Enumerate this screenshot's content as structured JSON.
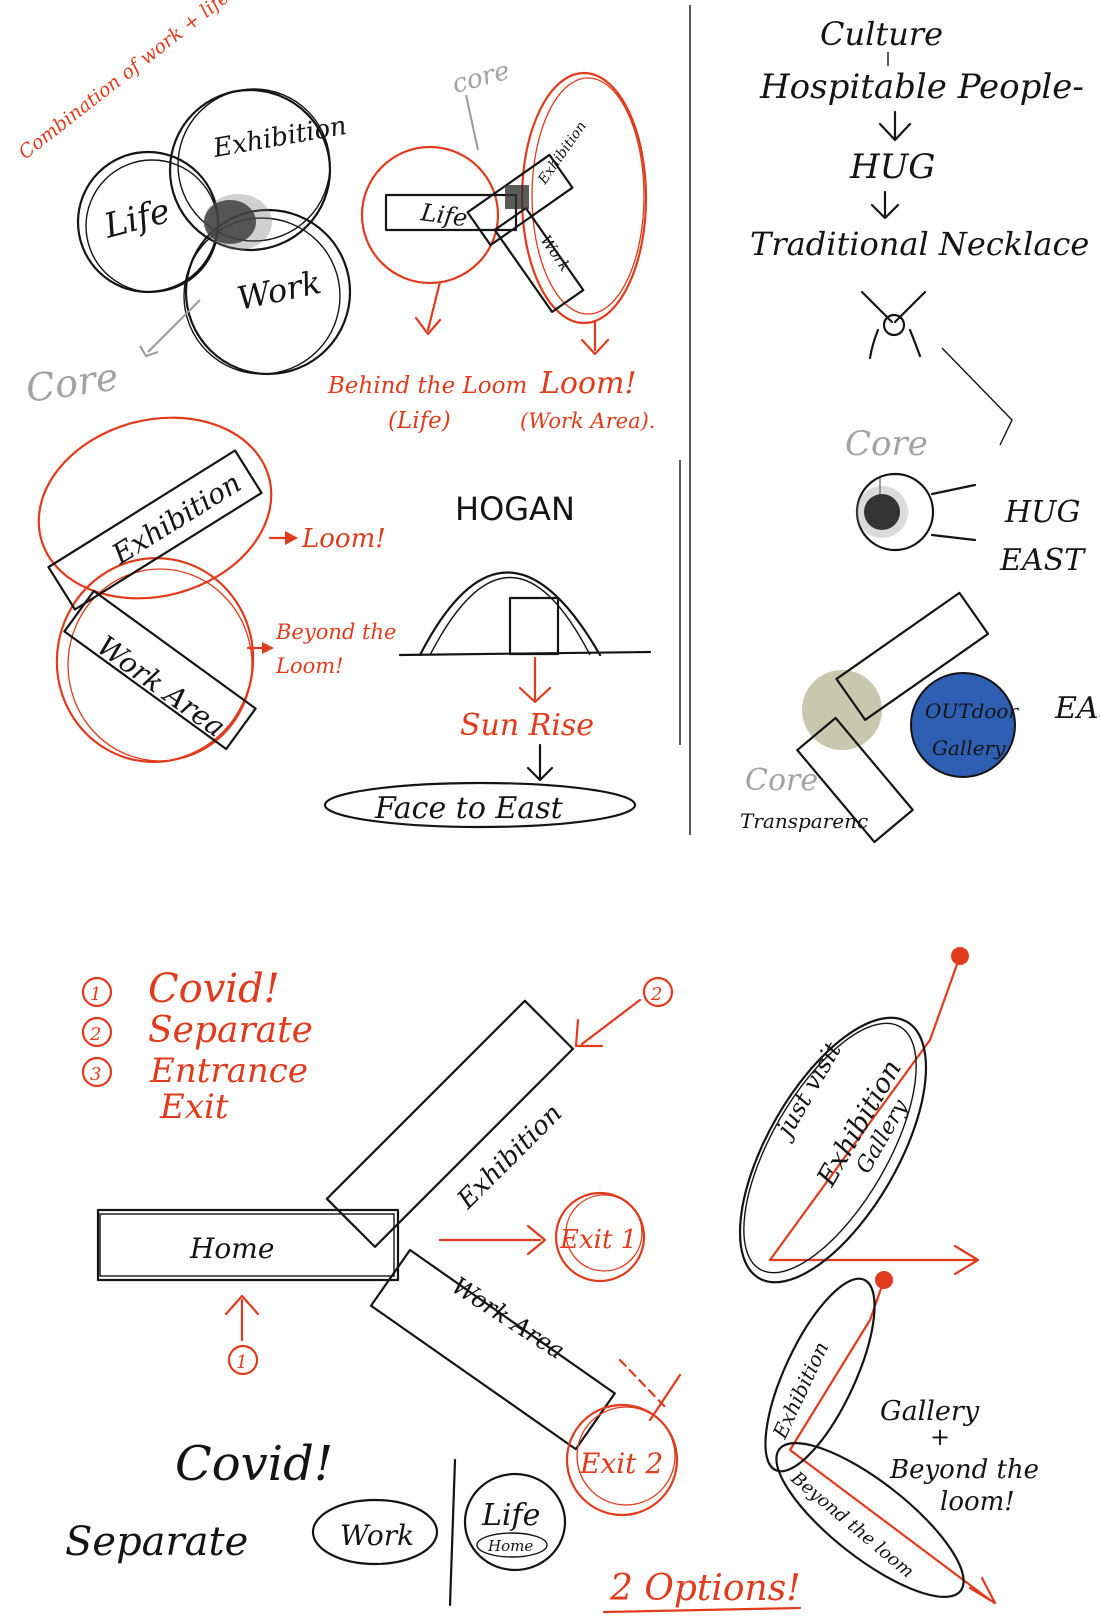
{
  "colors": {
    "ink": "#141414",
    "accent": "#e03b1c",
    "muted": "#a2a2a2",
    "gallery_fill": "#2f5fb3"
  },
  "panel_venn": {
    "note": "Combination of work + life",
    "circles": [
      "Exhibition",
      "Life",
      "Work"
    ],
    "core": "Core"
  },
  "panel_loom": {
    "core": "core",
    "arms": [
      "Life",
      "Exhibition",
      "Work"
    ],
    "label_left": "Behind the Loom",
    "label_left_sub": "(Life)",
    "label_right": "Loom!",
    "label_right_sub": "(Work Area)."
  },
  "panel_culture": {
    "steps": [
      "Culture",
      "Hospitable People-",
      "HUG",
      "Traditional Necklace"
    ]
  },
  "panel_hug": {
    "core": "Core",
    "labels": [
      "HUG",
      "EAST"
    ]
  },
  "panel_exhibition": {
    "bars": [
      "Exhibition",
      "Work Area"
    ],
    "labels": [
      "Loom!",
      "Beyond the Loom!"
    ]
  },
  "panel_hogan": {
    "title": "HOGAN",
    "sunrise": "Sun Rise",
    "face": "Face to East"
  },
  "panel_gallery": {
    "outdoor": "OUTdoor",
    "gallery": "Gallery",
    "core": "Core",
    "transparency": "Transparenc",
    "east": "EAS"
  },
  "panel_covid_list": {
    "items": [
      "Covid!",
      "Separate",
      "Entrance",
      "Exit"
    ],
    "numbers": [
      "1",
      "2",
      "3"
    ]
  },
  "panel_plan": {
    "wings": [
      "Home",
      "Exhibition",
      "Work Area"
    ],
    "exits": [
      "Exit 1",
      "Exit 2"
    ],
    "markers": [
      "1",
      "2"
    ]
  },
  "panel_covid_note": {
    "title": "Covid!",
    "separate": "Separate",
    "work": "Work",
    "life": "Life",
    "home": "Home"
  },
  "panel_options": {
    "option1": [
      "just visit",
      "Exhibition",
      "Gallery"
    ],
    "option2": [
      "Exhibition",
      "Beyond the loom"
    ],
    "note": [
      "Gallery",
      "+",
      "Beyond the",
      "loom!"
    ],
    "title": "2 Options!"
  }
}
